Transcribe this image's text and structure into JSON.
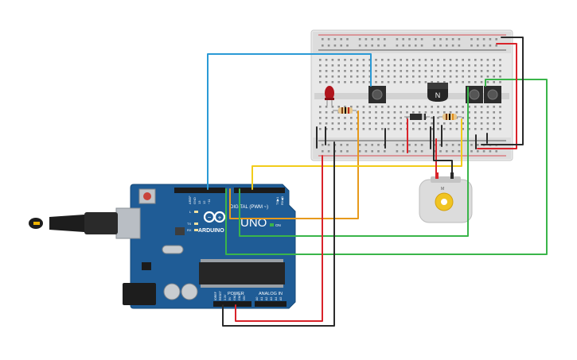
{
  "arduino": {
    "brand": "ARDUINO",
    "model": "UNO",
    "header_digital": "DIGITAL (PWM ~)",
    "header_power": "POWER",
    "header_analog": "ANALOG IN",
    "led_on": "ON",
    "led_tx": "TX",
    "led_rx": "RX",
    "led_l": "L",
    "pin_aref": "AREF",
    "pin_gnd": "GND",
    "pin_13": "13",
    "pin_12": "12",
    "pin_11": "~11",
    "pin_tx": "TX▶1",
    "pin_rx": "RX◀0",
    "power_pins": [
      "IOREF",
      "RESET",
      "3.3V",
      "5V",
      "GND",
      "GND",
      "VIN"
    ],
    "analog_pins": [
      "A0",
      "A1",
      "A2",
      "A3",
      "A4",
      "A5"
    ]
  },
  "transistor_label": "N",
  "motor_label": "M",
  "colors": {
    "board": "#1f5c96",
    "breadboard": "#e6e6e6",
    "wire_blue": "#2a9ad6",
    "wire_orange": "#e79a1c",
    "wire_yellow": "#f2cc1a",
    "wire_green": "#3ab54a",
    "wire_red": "#d9232a",
    "wire_black": "#2b2b2b"
  }
}
